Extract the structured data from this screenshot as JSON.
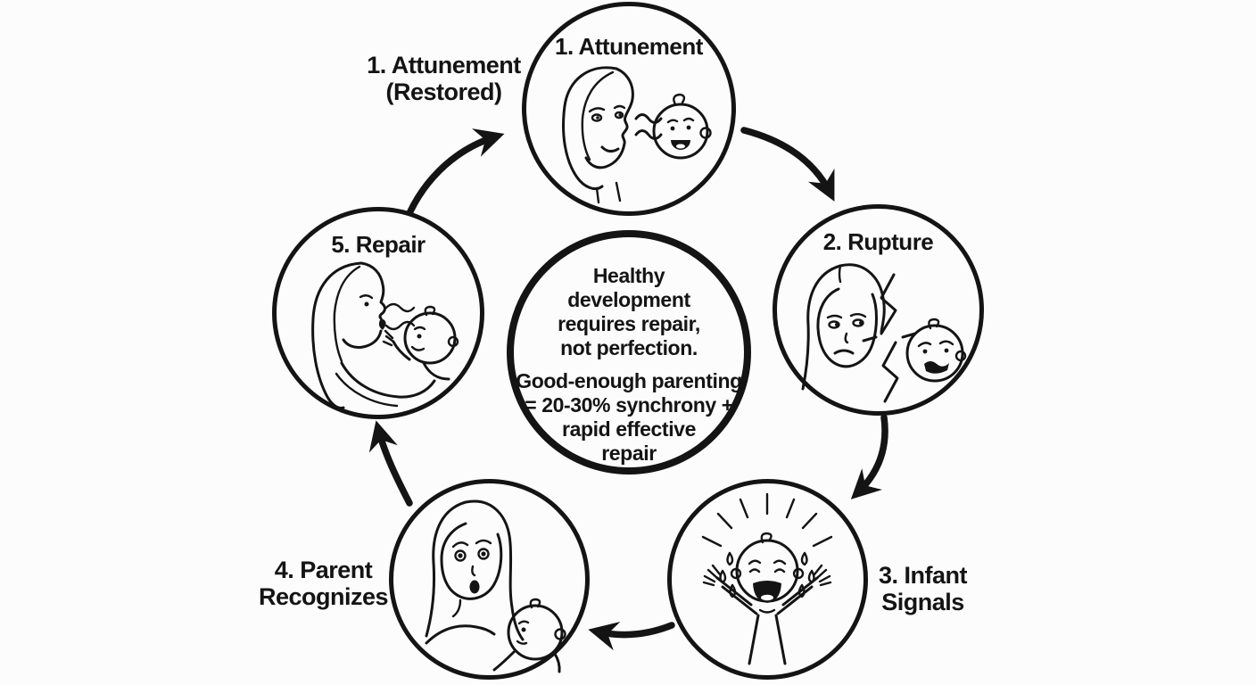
{
  "colors": {
    "ink": "#141414",
    "background": "#fcfcfc"
  },
  "center_message": {
    "primary_lines": [
      "Healthy",
      "development",
      "requires repair,",
      "not perfection."
    ],
    "secondary_lines": [
      "Good-enough parenting",
      "= 20-30% synchrony +",
      "rapid effective",
      "repair"
    ]
  },
  "nodes": {
    "attunement": {
      "label": "1. Attunement",
      "illustration": "mother-and-baby-gazing-with-connection-waves"
    },
    "rupture": {
      "label": "2. Rupture",
      "illustration": "mother-and-baby-disconnected-by-crack"
    },
    "infant_signals": {
      "illustration": "crying-baby-arms-raised-with-tears"
    },
    "parent_recognizes": {
      "illustration": "surprised-mother-noticing-baby"
    },
    "repair": {
      "label": "5. Repair",
      "illustration": "mother-soothing-baby-face-to-face"
    }
  },
  "outside_labels": {
    "attunement_restored": [
      "1. Attunement",
      "(Restored)"
    ],
    "infant_signals": [
      "3. Infant",
      "Signals"
    ],
    "parent_recognizes": [
      "4. Parent",
      "Recognizes"
    ]
  },
  "flow": [
    {
      "from": "attunement",
      "to": "rupture"
    },
    {
      "from": "rupture",
      "to": "infant_signals"
    },
    {
      "from": "infant_signals",
      "to": "parent_recognizes"
    },
    {
      "from": "parent_recognizes",
      "to": "repair"
    },
    {
      "from": "repair",
      "to": "attunement"
    }
  ]
}
